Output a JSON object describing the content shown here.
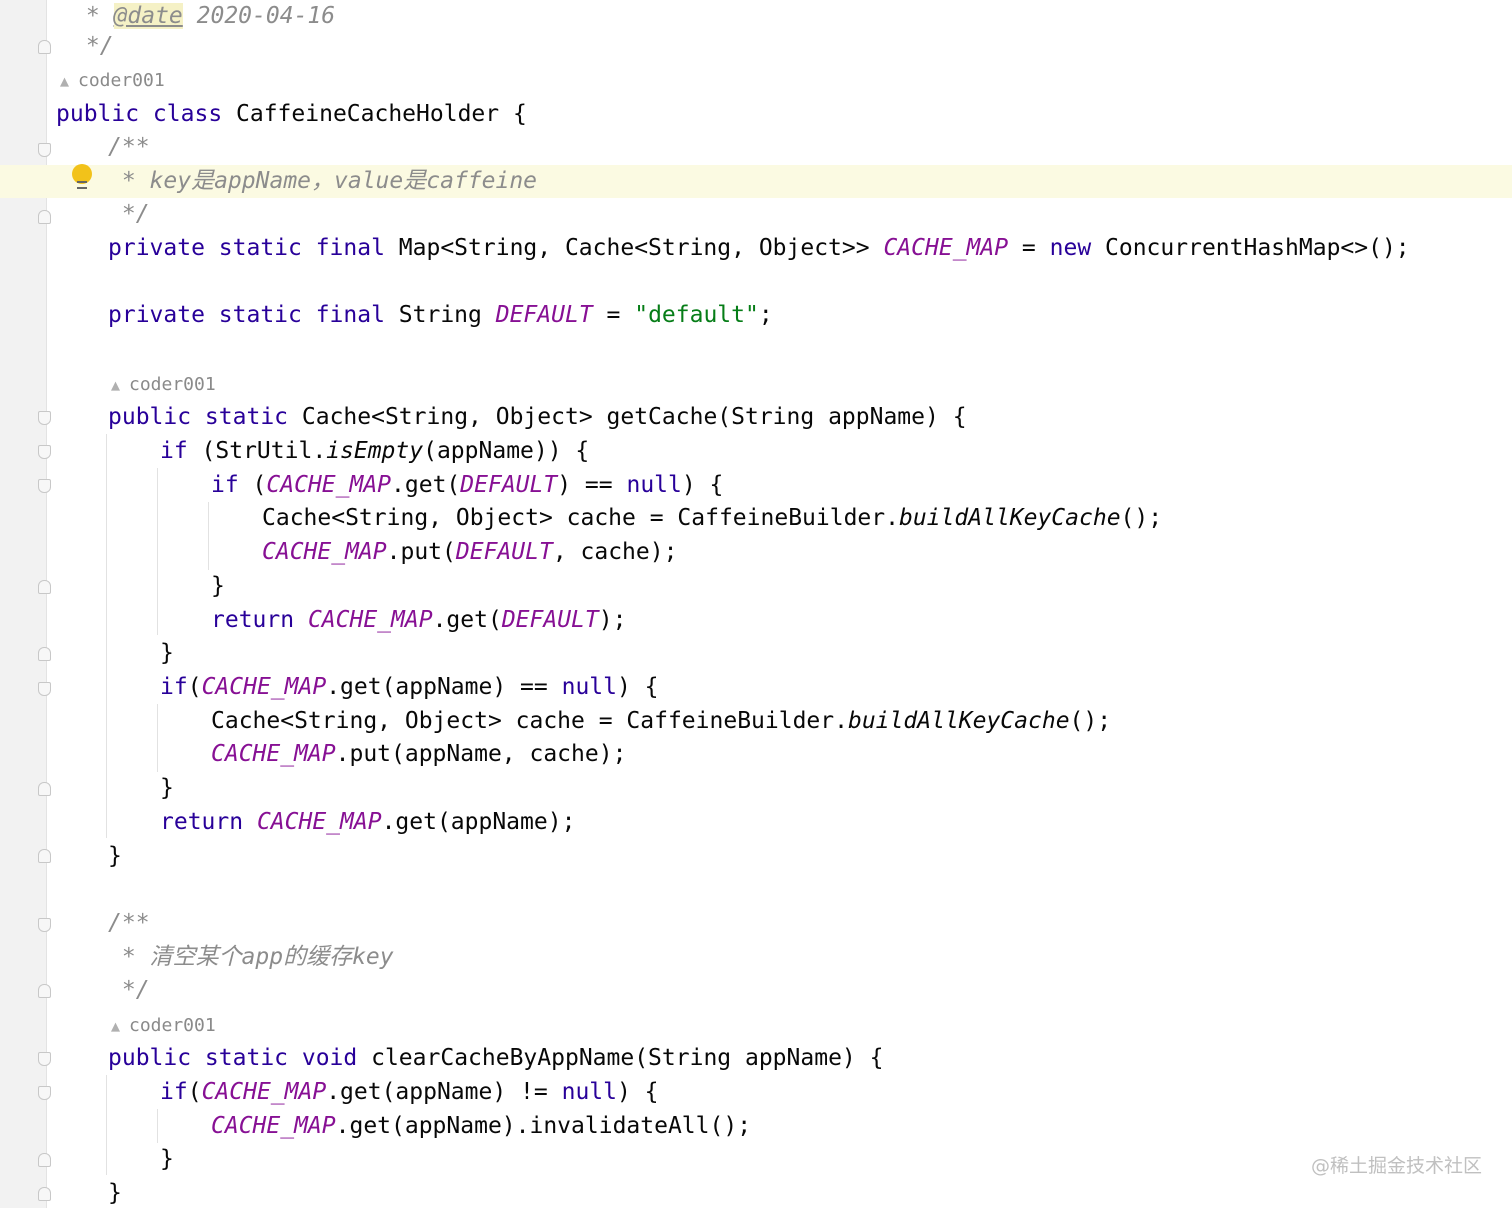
{
  "author": "coder001",
  "watermark": "@稀土掘金技术社区",
  "lines": [
    [
      {
        "t": " * ",
        "c": "cm"
      },
      {
        "t": "@date",
        "c": "tag"
      },
      {
        "t": " 2020-04-16",
        "c": "cm"
      }
    ],
    [
      {
        "t": " */",
        "c": "cm"
      }
    ],
    [],
    [
      {
        "t": "public class ",
        "c": "kw"
      },
      {
        "t": "CaffeineCacheHolder {"
      }
    ],
    [
      {
        "t": "/**",
        "c": "cm"
      }
    ],
    [
      {
        "t": " * key是appName，value是caffeine",
        "c": "cm"
      }
    ],
    [
      {
        "t": " */",
        "c": "cm"
      }
    ],
    [
      {
        "t": "private static final ",
        "c": "kw"
      },
      {
        "t": "Map<String, Cache<String, Object>> "
      },
      {
        "t": "CACHE_MAP",
        "c": "st"
      },
      {
        "t": " = "
      },
      {
        "t": "new ",
        "c": "kw"
      },
      {
        "t": "ConcurrentHashMap<>();"
      }
    ],
    [],
    [
      {
        "t": "private static final ",
        "c": "kw"
      },
      {
        "t": "String "
      },
      {
        "t": "DEFAULT",
        "c": "st"
      },
      {
        "t": " = "
      },
      {
        "t": "\"default\"",
        "c": "str"
      },
      {
        "t": ";"
      }
    ],
    [],
    [],
    [
      {
        "t": "public static ",
        "c": "kw"
      },
      {
        "t": "Cache<String, Object> getCache(String appName) {"
      }
    ],
    [
      {
        "t": "if ",
        "c": "kw"
      },
      {
        "t": "(StrUtil."
      },
      {
        "t": "isEmpty",
        "c": "it"
      },
      {
        "t": "(appName)) {"
      }
    ],
    [
      {
        "t": "if ",
        "c": "kw"
      },
      {
        "t": "("
      },
      {
        "t": "CACHE_MAP",
        "c": "st"
      },
      {
        "t": ".get("
      },
      {
        "t": "DEFAULT",
        "c": "st"
      },
      {
        "t": ") == "
      },
      {
        "t": "null",
        "c": "kw"
      },
      {
        "t": ") {"
      }
    ],
    [
      {
        "t": "Cache<String, Object> cache = CaffeineBuilder."
      },
      {
        "t": "buildAllKeyCache",
        "c": "it"
      },
      {
        "t": "();"
      }
    ],
    [
      {
        "t": "CACHE_MAP",
        "c": "st"
      },
      {
        "t": ".put("
      },
      {
        "t": "DEFAULT",
        "c": "st"
      },
      {
        "t": ", cache);"
      }
    ],
    [
      {
        "t": "}"
      }
    ],
    [
      {
        "t": "return ",
        "c": "kw"
      },
      {
        "t": "CACHE_MAP",
        "c": "st"
      },
      {
        "t": ".get("
      },
      {
        "t": "DEFAULT",
        "c": "st"
      },
      {
        "t": ");"
      }
    ],
    [
      {
        "t": "}"
      }
    ],
    [
      {
        "t": "if",
        "c": "kw"
      },
      {
        "t": "("
      },
      {
        "t": "CACHE_MAP",
        "c": "st"
      },
      {
        "t": ".get(appName) == "
      },
      {
        "t": "null",
        "c": "kw"
      },
      {
        "t": ") {"
      }
    ],
    [
      {
        "t": "Cache<String, Object> cache = CaffeineBuilder."
      },
      {
        "t": "buildAllKeyCache",
        "c": "it"
      },
      {
        "t": "();"
      }
    ],
    [
      {
        "t": "CACHE_MAP",
        "c": "st"
      },
      {
        "t": ".put(appName, cache);"
      }
    ],
    [
      {
        "t": "}"
      }
    ],
    [
      {
        "t": "return ",
        "c": "kw"
      },
      {
        "t": "CACHE_MAP",
        "c": "st"
      },
      {
        "t": ".get(appName);"
      }
    ],
    [
      {
        "t": "}"
      }
    ],
    [],
    [
      {
        "t": "/**",
        "c": "cm"
      }
    ],
    [
      {
        "t": " * 清空某个app的缓存key",
        "c": "cm"
      }
    ],
    [
      {
        "t": " */",
        "c": "cm"
      }
    ],
    [],
    [
      {
        "t": "public static void ",
        "c": "kw"
      },
      {
        "t": "clearCacheByAppName(String appName) {"
      }
    ],
    [
      {
        "t": "if",
        "c": "kw"
      },
      {
        "t": "("
      },
      {
        "t": "CACHE_MAP",
        "c": "st"
      },
      {
        "t": ".get(appName) != "
      },
      {
        "t": "null",
        "c": "kw"
      },
      {
        "t": ") {"
      }
    ],
    [
      {
        "t": "CACHE_MAP",
        "c": "st"
      },
      {
        "t": ".get(appName).invalidateAll();"
      }
    ],
    [
      {
        "t": "}"
      }
    ],
    [
      {
        "t": "}"
      }
    ]
  ]
}
